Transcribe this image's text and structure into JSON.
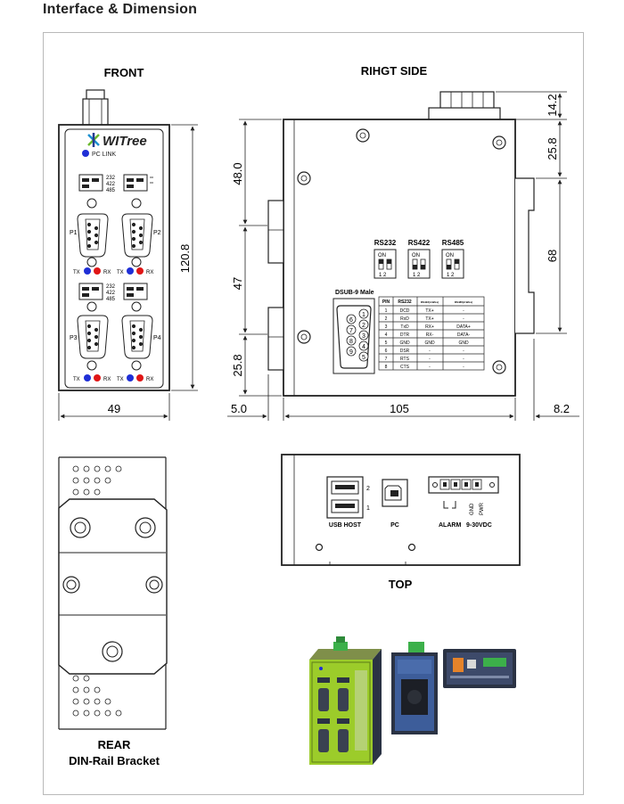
{
  "header": {
    "title": "Interface & Dimension"
  },
  "views": {
    "front": "FRONT",
    "right_side": "RIHGT SIDE",
    "top": "TOP",
    "rear": "REAR",
    "rear_sub": "DIN-Rail Bracket"
  },
  "dimensions": {
    "front_height": "120.8",
    "front_width": "49",
    "side_top": "48.0",
    "side_mid": "47",
    "side_bottom": "25.8",
    "side_left_offset": "5.0",
    "side_length": "105",
    "side_right_offset": "8.2",
    "terminal_height": "14.2",
    "rail_top": "25.8",
    "rail_height": "68"
  },
  "front_panel": {
    "brand": "WITree",
    "pc_link": "PC LINK",
    "dip_modes": [
      "232",
      "422",
      "485"
    ],
    "ports": [
      "P1",
      "P2",
      "P3",
      "P4"
    ],
    "tx": "TX",
    "rx": "RX"
  },
  "side_panel": {
    "dip_switches": [
      {
        "label": "RS232",
        "on": "ON",
        "nums": "1 2"
      },
      {
        "label": "RS422",
        "on": "ON",
        "nums": "1 2"
      },
      {
        "label": "RS485",
        "on": "ON",
        "nums": "1 2"
      }
    ],
    "dsub_title": "DSUB-9 Male",
    "pins": [
      "1",
      "2",
      "3",
      "4",
      "5",
      "6",
      "7",
      "8",
      "9"
    ],
    "pin_table": {
      "headers": [
        "PIN",
        "RS232",
        "RS422(4-Wire)",
        "RS485(2-Wire)"
      ],
      "rows": [
        [
          "1",
          "DCD",
          "TX+",
          "-"
        ],
        [
          "2",
          "RxD",
          "TX+",
          "-"
        ],
        [
          "3",
          "TxD",
          "RX+",
          "DATA+"
        ],
        [
          "4",
          "DTR",
          "RX-",
          "DATA-"
        ],
        [
          "5",
          "GND",
          "GND",
          "GND"
        ],
        [
          "6",
          "DSR",
          "-",
          "-"
        ],
        [
          "7",
          "RTS",
          "-",
          "-"
        ],
        [
          "8",
          "CTS",
          "-",
          "-"
        ]
      ]
    }
  },
  "top_panel": {
    "usb_labels": [
      "2",
      "1"
    ],
    "usb_host": "USB HOST",
    "pc": "PC",
    "alarm": "ALARM",
    "gnd": "GND",
    "pwr": "PWR",
    "power_range": "9-30VDC"
  },
  "colors": {
    "tx_led": "#1f2fd6",
    "rx_led": "#e01616",
    "device_body": "#9ccc2a",
    "device_dark": "#2b3344",
    "terminal_green": "#3cb04a"
  }
}
